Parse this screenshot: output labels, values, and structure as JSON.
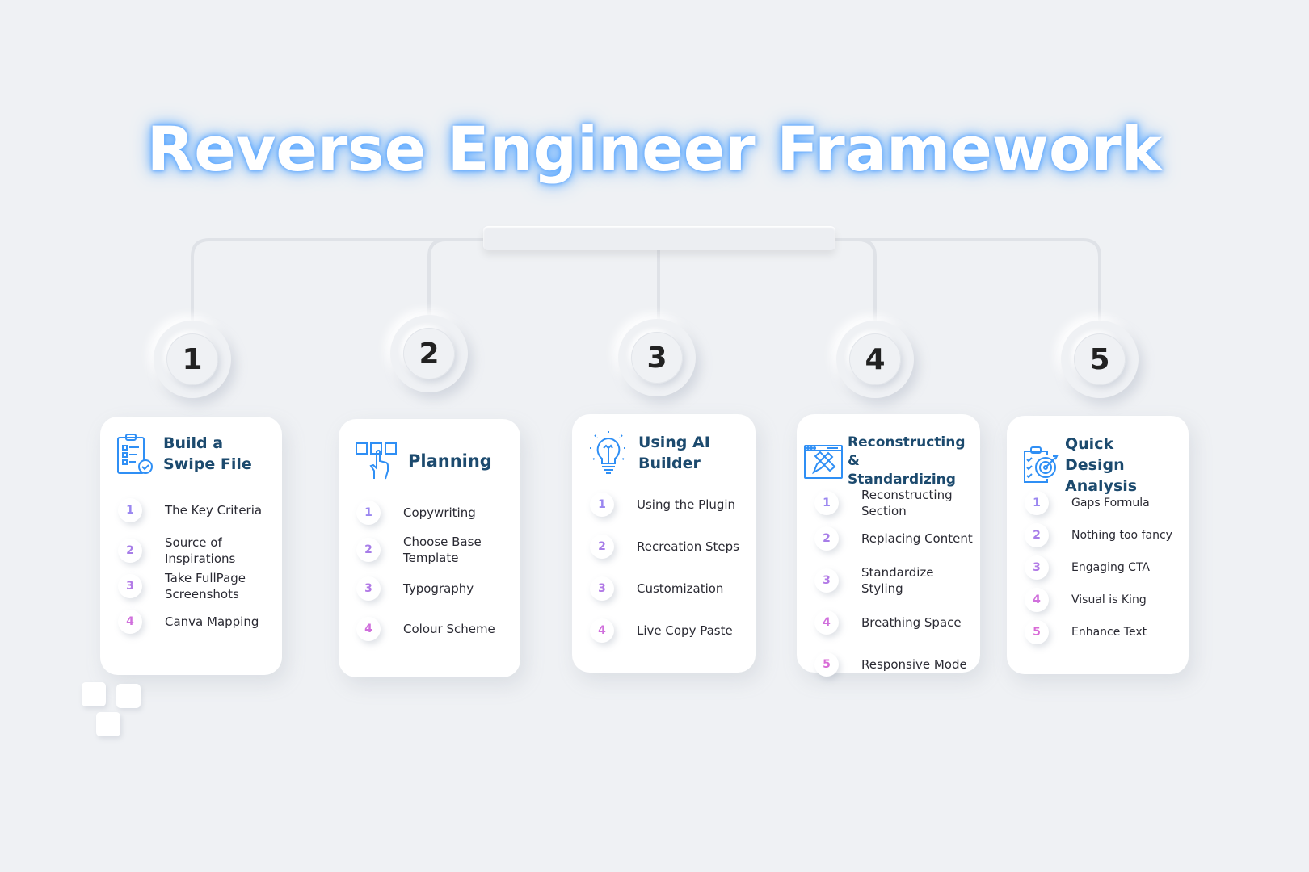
{
  "title": "Reverse Engineer Framework",
  "colors": {
    "accent": "#2f8ff5",
    "heading": "#1c4a6e",
    "num_colors": [
      "#9a86f0",
      "#a77de8",
      "#b27ae6",
      "#d06fdc",
      "#d86ad6"
    ]
  },
  "steps": [
    {
      "number": "1",
      "icon": "clipboard-check-icon",
      "title": "Build a Swipe File",
      "items": [
        "The Key Criteria",
        "Source of Inspirations",
        "Take FullPage Screenshots",
        "Canva Mapping"
      ]
    },
    {
      "number": "2",
      "icon": "hand-pointer-boxes-icon",
      "title": "Planning",
      "items": [
        "Copywriting",
        "Choose Base Template",
        "Typography",
        "Colour Scheme"
      ]
    },
    {
      "number": "3",
      "icon": "lightbulb-icon",
      "title": "Using AI Builder",
      "items": [
        "Using the Plugin",
        "Recreation Steps",
        "Customization",
        "Live Copy Paste"
      ]
    },
    {
      "number": "4",
      "icon": "browser-pencil-ruler-icon",
      "title": "Reconstructing & Standardizing",
      "items": [
        "Reconstructing Section",
        "Replacing Content",
        "Standardize Styling",
        "Breathing Space",
        "Responsive Mode"
      ]
    },
    {
      "number": "5",
      "icon": "clipboard-target-icon",
      "title": "Quick Design Analysis",
      "items": [
        "Gaps Formula",
        "Nothing too fancy",
        "Engaging CTA",
        "Visual is King",
        "Enhance Text"
      ]
    }
  ]
}
